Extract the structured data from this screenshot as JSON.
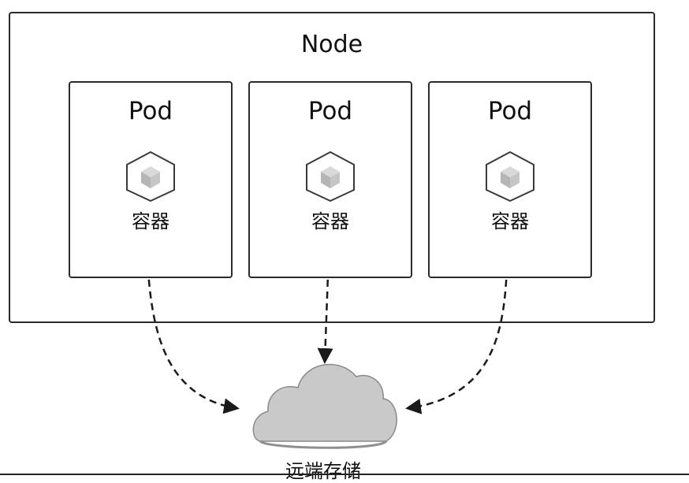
{
  "node": {
    "label": "Node"
  },
  "pods": [
    {
      "label": "Pod",
      "container": {
        "label": "容器",
        "icon": "container-cube-icon"
      }
    },
    {
      "label": "Pod",
      "container": {
        "label": "容器",
        "icon": "container-cube-icon"
      }
    },
    {
      "label": "Pod",
      "container": {
        "label": "容器",
        "icon": "container-cube-icon"
      }
    }
  ],
  "storage": {
    "label": "远端存储",
    "icon": "cloud-icon",
    "color": "#c9c9c9"
  },
  "colors": {
    "stroke": "#2b2b2b",
    "cube_face": "#c8c8c8",
    "arrow": "#1a1a1a"
  }
}
